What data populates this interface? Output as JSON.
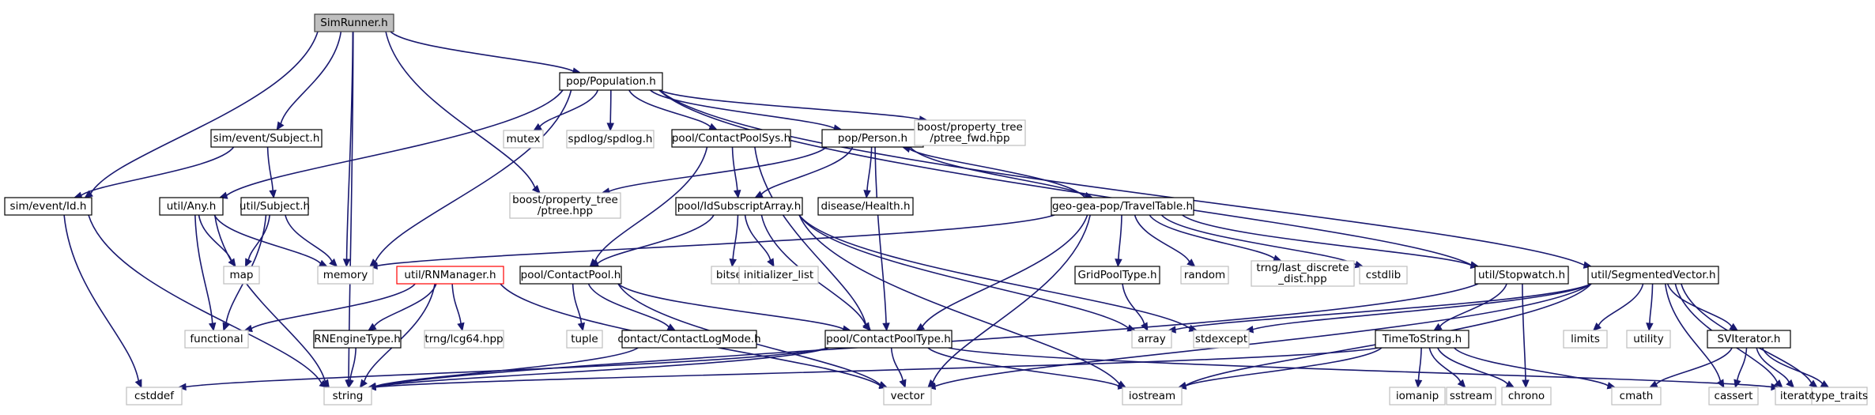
{
  "diagram": {
    "type": "include-dependency-graph",
    "nodes": [
      {
        "id": "simrunner",
        "label": [
          "SimRunner.h"
        ],
        "kind": "root"
      },
      {
        "id": "pop_population",
        "label": [
          "pop/Population.h"
        ],
        "kind": "doc"
      },
      {
        "id": "sim_event_subject",
        "label": [
          "sim/event/Subject.h"
        ],
        "kind": "doc"
      },
      {
        "id": "sim_event_id",
        "label": [
          "sim/event/Id.h"
        ],
        "kind": "doc"
      },
      {
        "id": "mutex",
        "label": [
          "mutex"
        ],
        "kind": "ext"
      },
      {
        "id": "spdlog",
        "label": [
          "spdlog/spdlog.h"
        ],
        "kind": "ext"
      },
      {
        "id": "pool_contactpoolsys",
        "label": [
          "pool/ContactPoolSys.h"
        ],
        "kind": "doc"
      },
      {
        "id": "pop_person",
        "label": [
          "pop/Person.h"
        ],
        "kind": "doc"
      },
      {
        "id": "ptree_fwd",
        "label": [
          "boost/property_tree",
          "/ptree_fwd.hpp"
        ],
        "kind": "ext"
      },
      {
        "id": "util_any",
        "label": [
          "util/Any.h"
        ],
        "kind": "doc"
      },
      {
        "id": "util_subject",
        "label": [
          "util/Subject.h"
        ],
        "kind": "doc"
      },
      {
        "id": "ptree",
        "label": [
          "boost/property_tree",
          "/ptree.hpp"
        ],
        "kind": "ext"
      },
      {
        "id": "pool_idsubscriptarray",
        "label": [
          "pool/IdSubscriptArray.h"
        ],
        "kind": "doc"
      },
      {
        "id": "disease_health",
        "label": [
          "disease/Health.h"
        ],
        "kind": "doc"
      },
      {
        "id": "travel_table",
        "label": [
          "geo-gea-pop/TravelTable.h"
        ],
        "kind": "doc"
      },
      {
        "id": "map",
        "label": [
          "map"
        ],
        "kind": "ext"
      },
      {
        "id": "memory",
        "label": [
          "memory"
        ],
        "kind": "ext"
      },
      {
        "id": "util_rnmanager",
        "label": [
          "util/RNManager.h"
        ],
        "kind": "trunc"
      },
      {
        "id": "pool_contactpool",
        "label": [
          "pool/ContactPool.h"
        ],
        "kind": "doc"
      },
      {
        "id": "bitset",
        "label": [
          "bitset"
        ],
        "kind": "ext"
      },
      {
        "id": "initializer_list",
        "label": [
          "initializer_list"
        ],
        "kind": "ext"
      },
      {
        "id": "gridpooltype",
        "label": [
          "GridPoolType.h"
        ],
        "kind": "doc"
      },
      {
        "id": "random",
        "label": [
          "random"
        ],
        "kind": "ext"
      },
      {
        "id": "last_discrete_dist",
        "label": [
          "trng/last_discrete",
          "_dist.hpp"
        ],
        "kind": "ext"
      },
      {
        "id": "cstdlib",
        "label": [
          "cstdlib"
        ],
        "kind": "ext"
      },
      {
        "id": "util_stopwatch",
        "label": [
          "util/Stopwatch.h"
        ],
        "kind": "doc"
      },
      {
        "id": "util_segmentedvector",
        "label": [
          "util/SegmentedVector.h"
        ],
        "kind": "doc"
      },
      {
        "id": "functional",
        "label": [
          "functional"
        ],
        "kind": "ext"
      },
      {
        "id": "rnenginetype",
        "label": [
          "RNEngineType.h"
        ],
        "kind": "doc"
      },
      {
        "id": "lcg64",
        "label": [
          "trng/lcg64.hpp"
        ],
        "kind": "ext"
      },
      {
        "id": "tuple",
        "label": [
          "tuple"
        ],
        "kind": "ext"
      },
      {
        "id": "contactlogmode",
        "label": [
          "contact/ContactLogMode.h"
        ],
        "kind": "doc"
      },
      {
        "id": "pool_contactpooltype",
        "label": [
          "pool/ContactPoolType.h"
        ],
        "kind": "doc"
      },
      {
        "id": "array",
        "label": [
          "array"
        ],
        "kind": "ext"
      },
      {
        "id": "stdexcept",
        "label": [
          "stdexcept"
        ],
        "kind": "ext"
      },
      {
        "id": "timetostring",
        "label": [
          "TimeToString.h"
        ],
        "kind": "doc"
      },
      {
        "id": "limits",
        "label": [
          "limits"
        ],
        "kind": "ext"
      },
      {
        "id": "utility",
        "label": [
          "utility"
        ],
        "kind": "ext"
      },
      {
        "id": "sviterator",
        "label": [
          "SVIterator.h"
        ],
        "kind": "doc"
      },
      {
        "id": "cstddef",
        "label": [
          "cstddef"
        ],
        "kind": "ext"
      },
      {
        "id": "string",
        "label": [
          "string"
        ],
        "kind": "ext"
      },
      {
        "id": "vector",
        "label": [
          "vector"
        ],
        "kind": "ext"
      },
      {
        "id": "iostream",
        "label": [
          "iostream"
        ],
        "kind": "ext"
      },
      {
        "id": "iomanip",
        "label": [
          "iomanip"
        ],
        "kind": "ext"
      },
      {
        "id": "sstream",
        "label": [
          "sstream"
        ],
        "kind": "ext"
      },
      {
        "id": "chrono",
        "label": [
          "chrono"
        ],
        "kind": "ext"
      },
      {
        "id": "cmath",
        "label": [
          "cmath"
        ],
        "kind": "ext"
      },
      {
        "id": "cassert",
        "label": [
          "cassert"
        ],
        "kind": "ext"
      },
      {
        "id": "iterator",
        "label": [
          "iterator"
        ],
        "kind": "ext"
      },
      {
        "id": "type_traits",
        "label": [
          "type_traits"
        ],
        "kind": "ext"
      }
    ],
    "edges": [
      [
        "simrunner",
        "pop_population"
      ],
      [
        "simrunner",
        "sim_event_subject"
      ],
      [
        "simrunner",
        "sim_event_id"
      ],
      [
        "simrunner",
        "memory"
      ],
      [
        "simrunner",
        "ptree"
      ],
      [
        "simrunner",
        "string"
      ],
      [
        "pop_population",
        "mutex"
      ],
      [
        "pop_population",
        "spdlog"
      ],
      [
        "pop_population",
        "pool_contactpoolsys"
      ],
      [
        "pop_population",
        "pop_person"
      ],
      [
        "pop_population",
        "ptree_fwd"
      ],
      [
        "pop_population",
        "util_any"
      ],
      [
        "pop_population",
        "memory"
      ],
      [
        "pop_population",
        "util_stopwatch"
      ],
      [
        "pop_population",
        "util_segmentedvector"
      ],
      [
        "sim_event_subject",
        "util_subject"
      ],
      [
        "sim_event_subject",
        "sim_event_id"
      ],
      [
        "sim_event_id",
        "cstddef"
      ],
      [
        "sim_event_id",
        "string"
      ],
      [
        "pool_contactpoolsys",
        "pool_idsubscriptarray"
      ],
      [
        "pool_contactpoolsys",
        "pool_contactpool"
      ],
      [
        "pool_contactpoolsys",
        "pool_contactpooltype"
      ],
      [
        "pop_person",
        "ptree"
      ],
      [
        "pop_person",
        "pool_idsubscriptarray"
      ],
      [
        "pop_person",
        "disease_health"
      ],
      [
        "pop_person",
        "travel_table"
      ],
      [
        "pop_person",
        "pool_contactpooltype"
      ],
      [
        "travel_table",
        "pop_person"
      ],
      [
        "travel_table",
        "memory"
      ],
      [
        "travel_table",
        "gridpooltype"
      ],
      [
        "travel_table",
        "random"
      ],
      [
        "travel_table",
        "last_discrete_dist"
      ],
      [
        "travel_table",
        "cstdlib"
      ],
      [
        "travel_table",
        "util_stopwatch"
      ],
      [
        "travel_table",
        "pool_contactpooltype"
      ],
      [
        "travel_table",
        "vector"
      ],
      [
        "util_any",
        "map"
      ],
      [
        "util_any",
        "memory"
      ],
      [
        "util_any",
        "functional"
      ],
      [
        "util_any",
        "string"
      ],
      [
        "util_subject",
        "map"
      ],
      [
        "util_subject",
        "memory"
      ],
      [
        "util_subject",
        "functional"
      ],
      [
        "pool_idsubscriptarray",
        "pool_contactpool"
      ],
      [
        "pool_idsubscriptarray",
        "bitset"
      ],
      [
        "pool_idsubscriptarray",
        "initializer_list"
      ],
      [
        "pool_idsubscriptarray",
        "pool_contactpooltype"
      ],
      [
        "pool_idsubscriptarray",
        "array"
      ],
      [
        "pool_idsubscriptarray",
        "stdexcept"
      ],
      [
        "pool_idsubscriptarray",
        "iostream"
      ],
      [
        "util_rnmanager",
        "functional"
      ],
      [
        "util_rnmanager",
        "rnenginetype"
      ],
      [
        "util_rnmanager",
        "lcg64"
      ],
      [
        "util_rnmanager",
        "string"
      ],
      [
        "util_rnmanager",
        "vector"
      ],
      [
        "pool_contactpool",
        "tuple"
      ],
      [
        "pool_contactpool",
        "contactlogmode"
      ],
      [
        "pool_contactpool",
        "pool_contactpooltype"
      ],
      [
        "pool_contactpool",
        "vector"
      ],
      [
        "rnenginetype",
        "string"
      ],
      [
        "contactlogmode",
        "string"
      ],
      [
        "gridpooltype",
        "array"
      ],
      [
        "pool_contactpooltype",
        "cstddef"
      ],
      [
        "pool_contactpooltype",
        "string"
      ],
      [
        "pool_contactpooltype",
        "vector"
      ],
      [
        "pool_contactpooltype",
        "iostream"
      ],
      [
        "pool_contactpooltype",
        "iterator"
      ],
      [
        "util_stopwatch",
        "timetostring"
      ],
      [
        "util_stopwatch",
        "chrono"
      ],
      [
        "util_stopwatch",
        "string"
      ],
      [
        "util_segmentedvector",
        "array"
      ],
      [
        "util_segmentedvector",
        "stdexcept"
      ],
      [
        "util_segmentedvector",
        "limits"
      ],
      [
        "util_segmentedvector",
        "utility"
      ],
      [
        "util_segmentedvector",
        "sviterator"
      ],
      [
        "util_segmentedvector",
        "cassert"
      ],
      [
        "util_segmentedvector",
        "iterator"
      ],
      [
        "util_segmentedvector",
        "type_traits"
      ],
      [
        "util_segmentedvector",
        "iostream"
      ],
      [
        "util_segmentedvector",
        "vector"
      ],
      [
        "timetostring",
        "iomanip"
      ],
      [
        "timetostring",
        "sstream"
      ],
      [
        "timetostring",
        "chrono"
      ],
      [
        "timetostring",
        "cmath"
      ],
      [
        "timetostring",
        "string"
      ],
      [
        "timetostring",
        "iostream"
      ],
      [
        "sviterator",
        "cassert"
      ],
      [
        "sviterator",
        "iterator"
      ],
      [
        "sviterator",
        "type_traits"
      ],
      [
        "sviterator",
        "cmath"
      ]
    ]
  }
}
